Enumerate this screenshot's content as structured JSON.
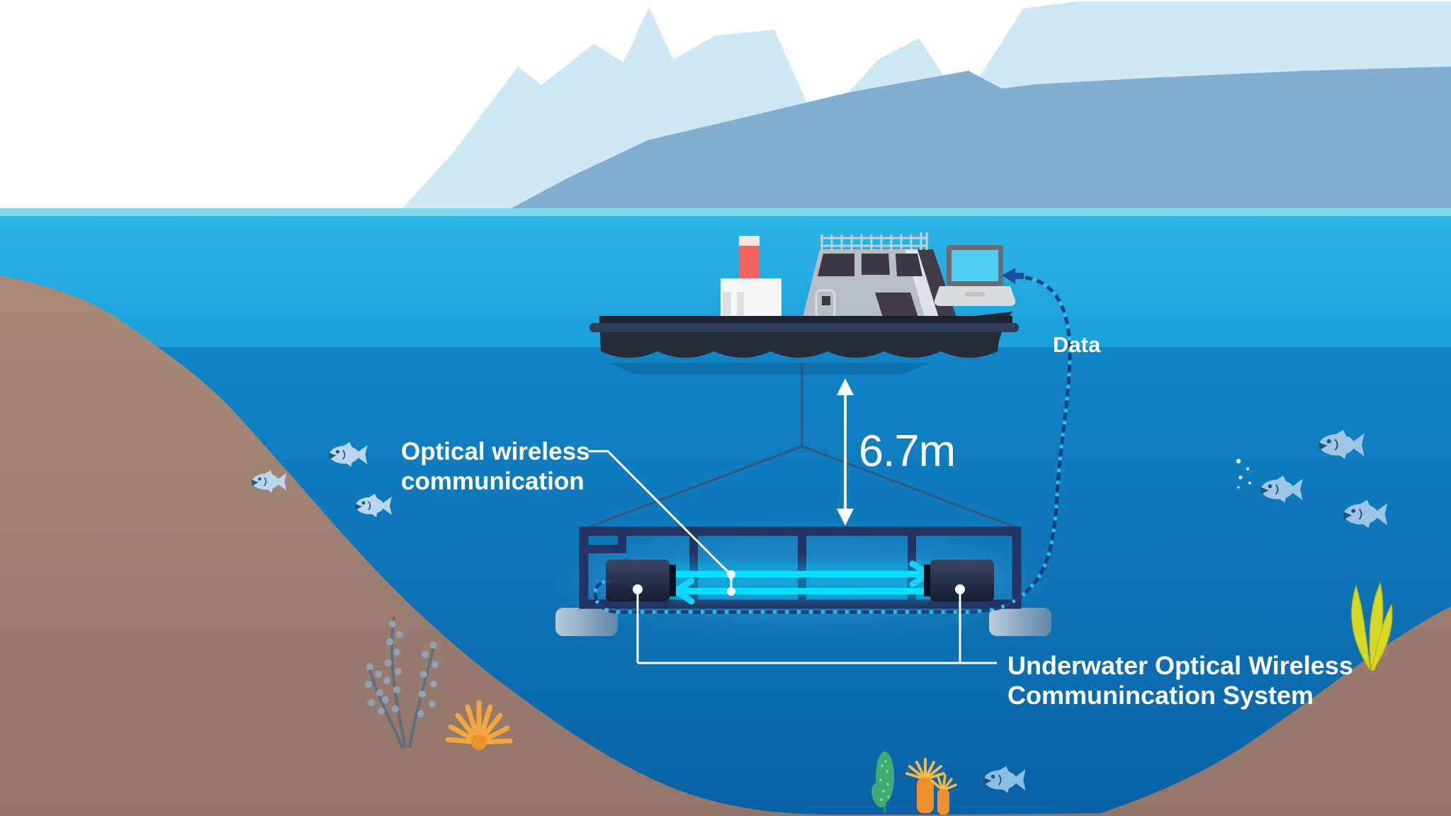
{
  "diagram": {
    "labels": {
      "data": "Data",
      "depth": "6.7m",
      "optical": {
        "line1": "Optical wireless",
        "line2": "communication"
      },
      "system": {
        "line1": "Underwater Optical Wireless",
        "line2": "Communincation System"
      }
    },
    "measurement": {
      "value": "6.7",
      "unit": "m"
    },
    "icons": [
      "boat-icon",
      "laptop-icon",
      "optical-transceiver-icon",
      "fish-icon",
      "seaweed-icon",
      "coral-icon",
      "bubbles-icon",
      "arrow-icon"
    ],
    "colors": {
      "sky": "#ffffff",
      "mountain_back": "#cfe8f5",
      "mountain_front": "#84aed0",
      "waterline": "#7ed9ee",
      "ocean_upper_top": "#2db5e6",
      "ocean_upper_bottom": "#1aa0da",
      "ocean_deep_top": "#1085c6",
      "ocean_deep_bottom": "#0a62a6",
      "seafloor_top": "#a78b77",
      "seafloor_bottom": "#91756a",
      "frame_navy": "#233462",
      "beam_cyan": "#00e2ff",
      "cable_navy": "#1b3f7c",
      "cable_cyan": "#2fc2ea",
      "hull_dark": "#252c38",
      "stack_red": "#f3655e",
      "label_text": "#ffffff"
    }
  }
}
